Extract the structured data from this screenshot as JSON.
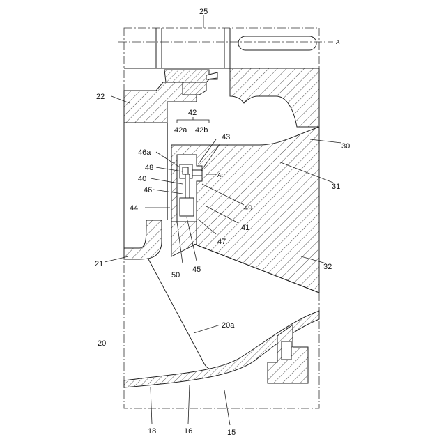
{
  "labels": {
    "l25": "25",
    "lA": "A",
    "l22": "22",
    "l30": "30",
    "l31": "31",
    "l32": "32",
    "l42": "42",
    "l42a": "42a",
    "l42b": "42b",
    "l43": "43",
    "lAr": "Ar",
    "l46a": "46a",
    "l48": "48",
    "l40": "40",
    "l46": "46",
    "l44": "44",
    "l49": "49",
    "l41": "41",
    "l47": "47",
    "l45": "45",
    "l50": "50",
    "l21": "21",
    "l20": "20",
    "l20a": "20a",
    "l18": "18",
    "l16": "16",
    "l15": "15"
  }
}
